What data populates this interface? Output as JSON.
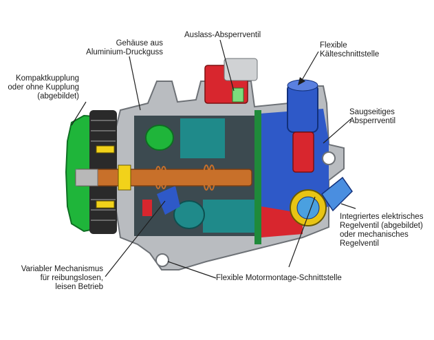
{
  "labels": {
    "housing": [
      "Gehäuse aus",
      "Aluminium-Druckguss"
    ],
    "outlet_valve": [
      "Auslass-Absperrventil"
    ],
    "flex_cold": [
      "Flexible",
      "Kälteschnittstelle"
    ],
    "clutch": [
      "Kompaktkupplung",
      "oder ohne Kupplung",
      "(abgebildet)"
    ],
    "suction_valve": [
      "Saugseitiges",
      "Absperrventil"
    ],
    "control_valve": [
      "Integriertes elektrisches",
      "Regelventil (abgebildet)",
      "oder mechanisches",
      "Regelventil"
    ],
    "mechanism": [
      "Variabler Mechanismus",
      "für reibungslosen,",
      "leisen Betrieb"
    ],
    "motor_mount": [
      "Flexible Motormontage-Schnittstelle"
    ]
  },
  "colors": {
    "housing": "#b9bcc0",
    "housing_dark": "#6d7176",
    "clutch": "#1fb53a",
    "teal": "#1f8a8a",
    "blue": "#2e59c8",
    "red": "#d8262e",
    "shaft": "#c8702a",
    "leader": "#1e1e1e"
  }
}
